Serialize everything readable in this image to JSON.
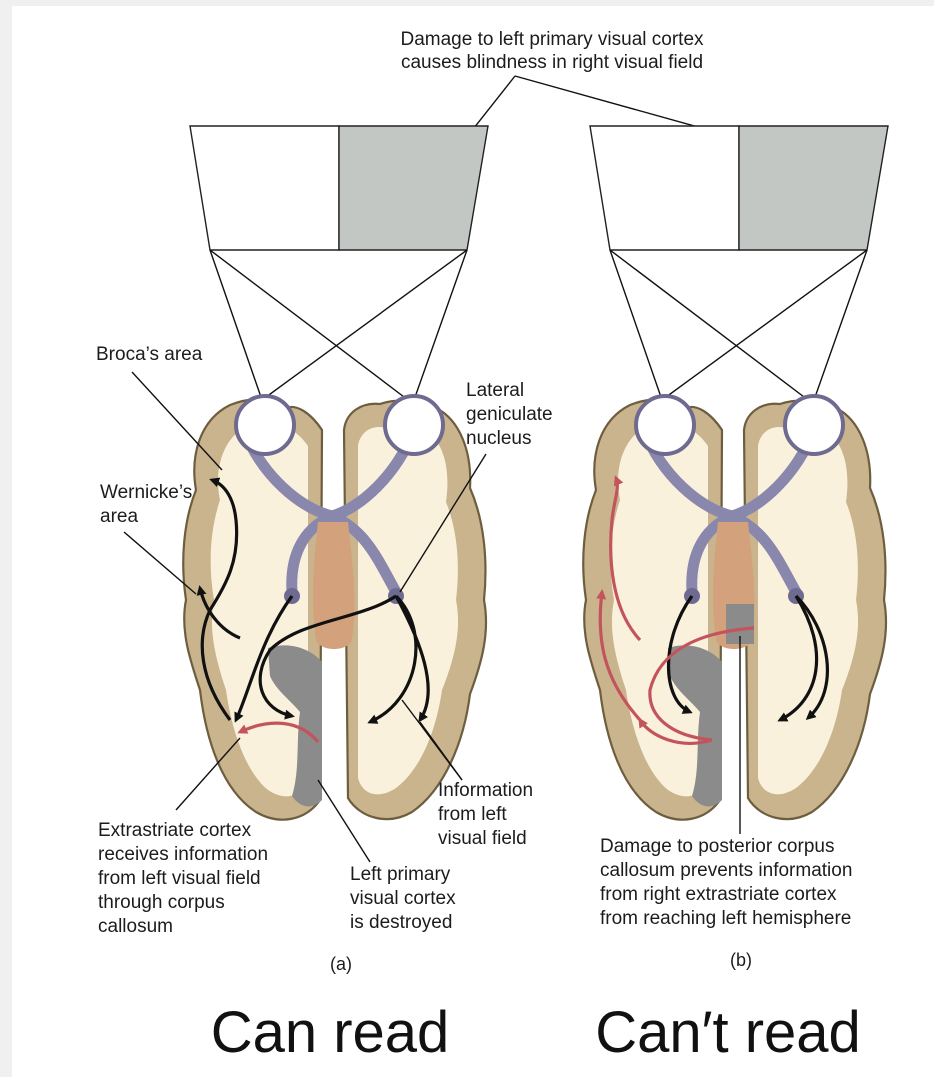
{
  "top_caption": [
    "Damage to left primary visual cortex",
    "causes blindness in right visual field"
  ],
  "panel_a": {
    "broca": "Broca’s area",
    "wernicke": [
      "Wernicke’s",
      "area"
    ],
    "lgn": [
      "Lateral",
      "geniculate",
      "nucleus"
    ],
    "info_left": [
      "Information",
      "from left",
      "visual field"
    ],
    "extrastriate": [
      "Extrastriate cortex",
      "receives information",
      "from left visual field",
      "through corpus",
      "callosum"
    ],
    "v1_destroyed": [
      "Left primary",
      "visual cortex",
      "is destroyed"
    ],
    "letter": "(a)",
    "verdict": "Can read"
  },
  "panel_b": {
    "callosum_damage": [
      "Damage to posterior corpus",
      "callosum prevents information",
      "from right extrastriate cortex",
      "from reaching left hemisphere"
    ],
    "letter": "(b)",
    "verdict": "Can′t read"
  },
  "colors": {
    "cortex": "#c9b48d",
    "white_matter": "#faf1dd",
    "blind_field": "#c3c7c4",
    "tract": "#8a87ad",
    "corpus_callosum": "#d3a27c",
    "damaged": "#8c8b8b",
    "pathway_blocked": "#c4545c"
  }
}
